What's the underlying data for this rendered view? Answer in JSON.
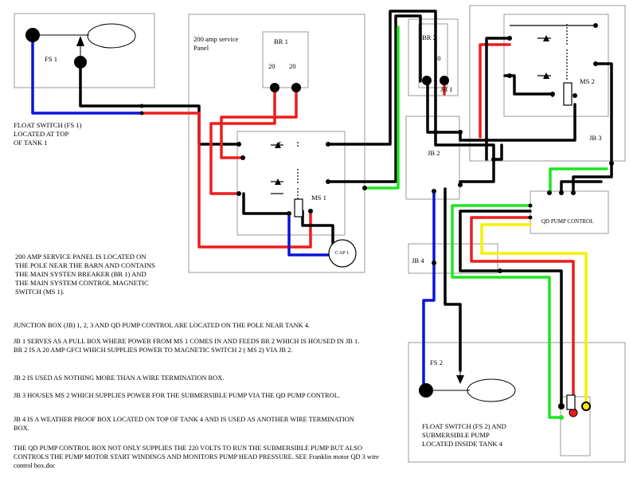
{
  "labels": {
    "fs1": "FS 1",
    "fs2": "FS 2",
    "panel_title": "200 amp service\nPanel",
    "br1": "BR 1",
    "br1_left": "20",
    "br1_right": "20",
    "br2": "BR 2",
    "br2_value": "20",
    "jb1": "JB 1",
    "jb2": "JB 2",
    "jb3": "JB 3",
    "jb4": "JB 4",
    "ms1": "MS 1",
    "ms2": "MS 2",
    "cap1": "CAP 1",
    "qd_pump_control": "QD PUMP CONTROL",
    "fs1_caption": "FLOAT SWITCH (FS 1)\nLOCATED AT TOP\nOF TANK 1",
    "fs2_caption": "FLOAT SWITCH (FS 2) AND\nSUBMERSIBLE PUMP\nLOCATED INSIDE TANK 4",
    "panel_caption": "200 AMP SERVICE PANEL IS LOCATED ON\nTHE POLE NEAR THE BARN AND CONTAINS\nTHE MAIN SYSTEN BREAKER (BR 1) AND\nTHE MAIN SYSTEM CONTROL MAGNETIC\nSWITCH (MS 1)."
  },
  "notes": {
    "n1": "JUNCTION BOX (JB) 1, 2, 3 AND QD PUMP CONTROL ARE  LOCATED ON THE POLE NEAR TANK 4.",
    "n2": "JB 1 SERVES AS A PULL BOX WHERE POWER FROM MS 1 COMES IN AND FEEDS  BR 2 WHICH IS HOUSED IN JB 1. BR 2 IS A 20 AMP GFCI WHICH SUPPLIES POWER TO MAGNETIC SWITCH 2 ( MS 2) VIA JB 2.",
    "n3": "JB 2 IS USED AS NOTHING MORE THAN A WIRE TERMINATION BOX.",
    "n4": "JB 3 HOUSES MS 2 WHICH SUPPLIES POWER FOR THE SUBMERSIBLE PUMP VIA THE QD PUMP CONTROL.",
    "n5": "JB 4 IS A WEATHER PROOF BOX LOCATED ON TOP OF TANK 4 AND IS USED AS ANOTHER WIRE TERMINATION BOX.",
    "n6": "THE QD PUMP CONTROL BOX NOT ONLY SUPPLIES THE 220 VOLTS TO RUN THE SUBMERSIBLE PUMP BUT ALSO CONTROLS THE PUMP MOTOR START WINDINGS AND MONITORS PUMP HEAD PRESSURE. SEE Franklin motor QD 3 wire control box.doc"
  },
  "colors": {
    "black": "#000000",
    "red": "#ee1c1c",
    "blue": "#0a14d8",
    "green": "#1ee61e",
    "yellow": "#f5f000",
    "box_stroke": "#999999"
  },
  "icons": {
    "float_switch": "float-switch-icon",
    "contact": "switch-contact-icon",
    "coil": "relay-coil-icon",
    "capacitor": "capacitor-icon"
  }
}
